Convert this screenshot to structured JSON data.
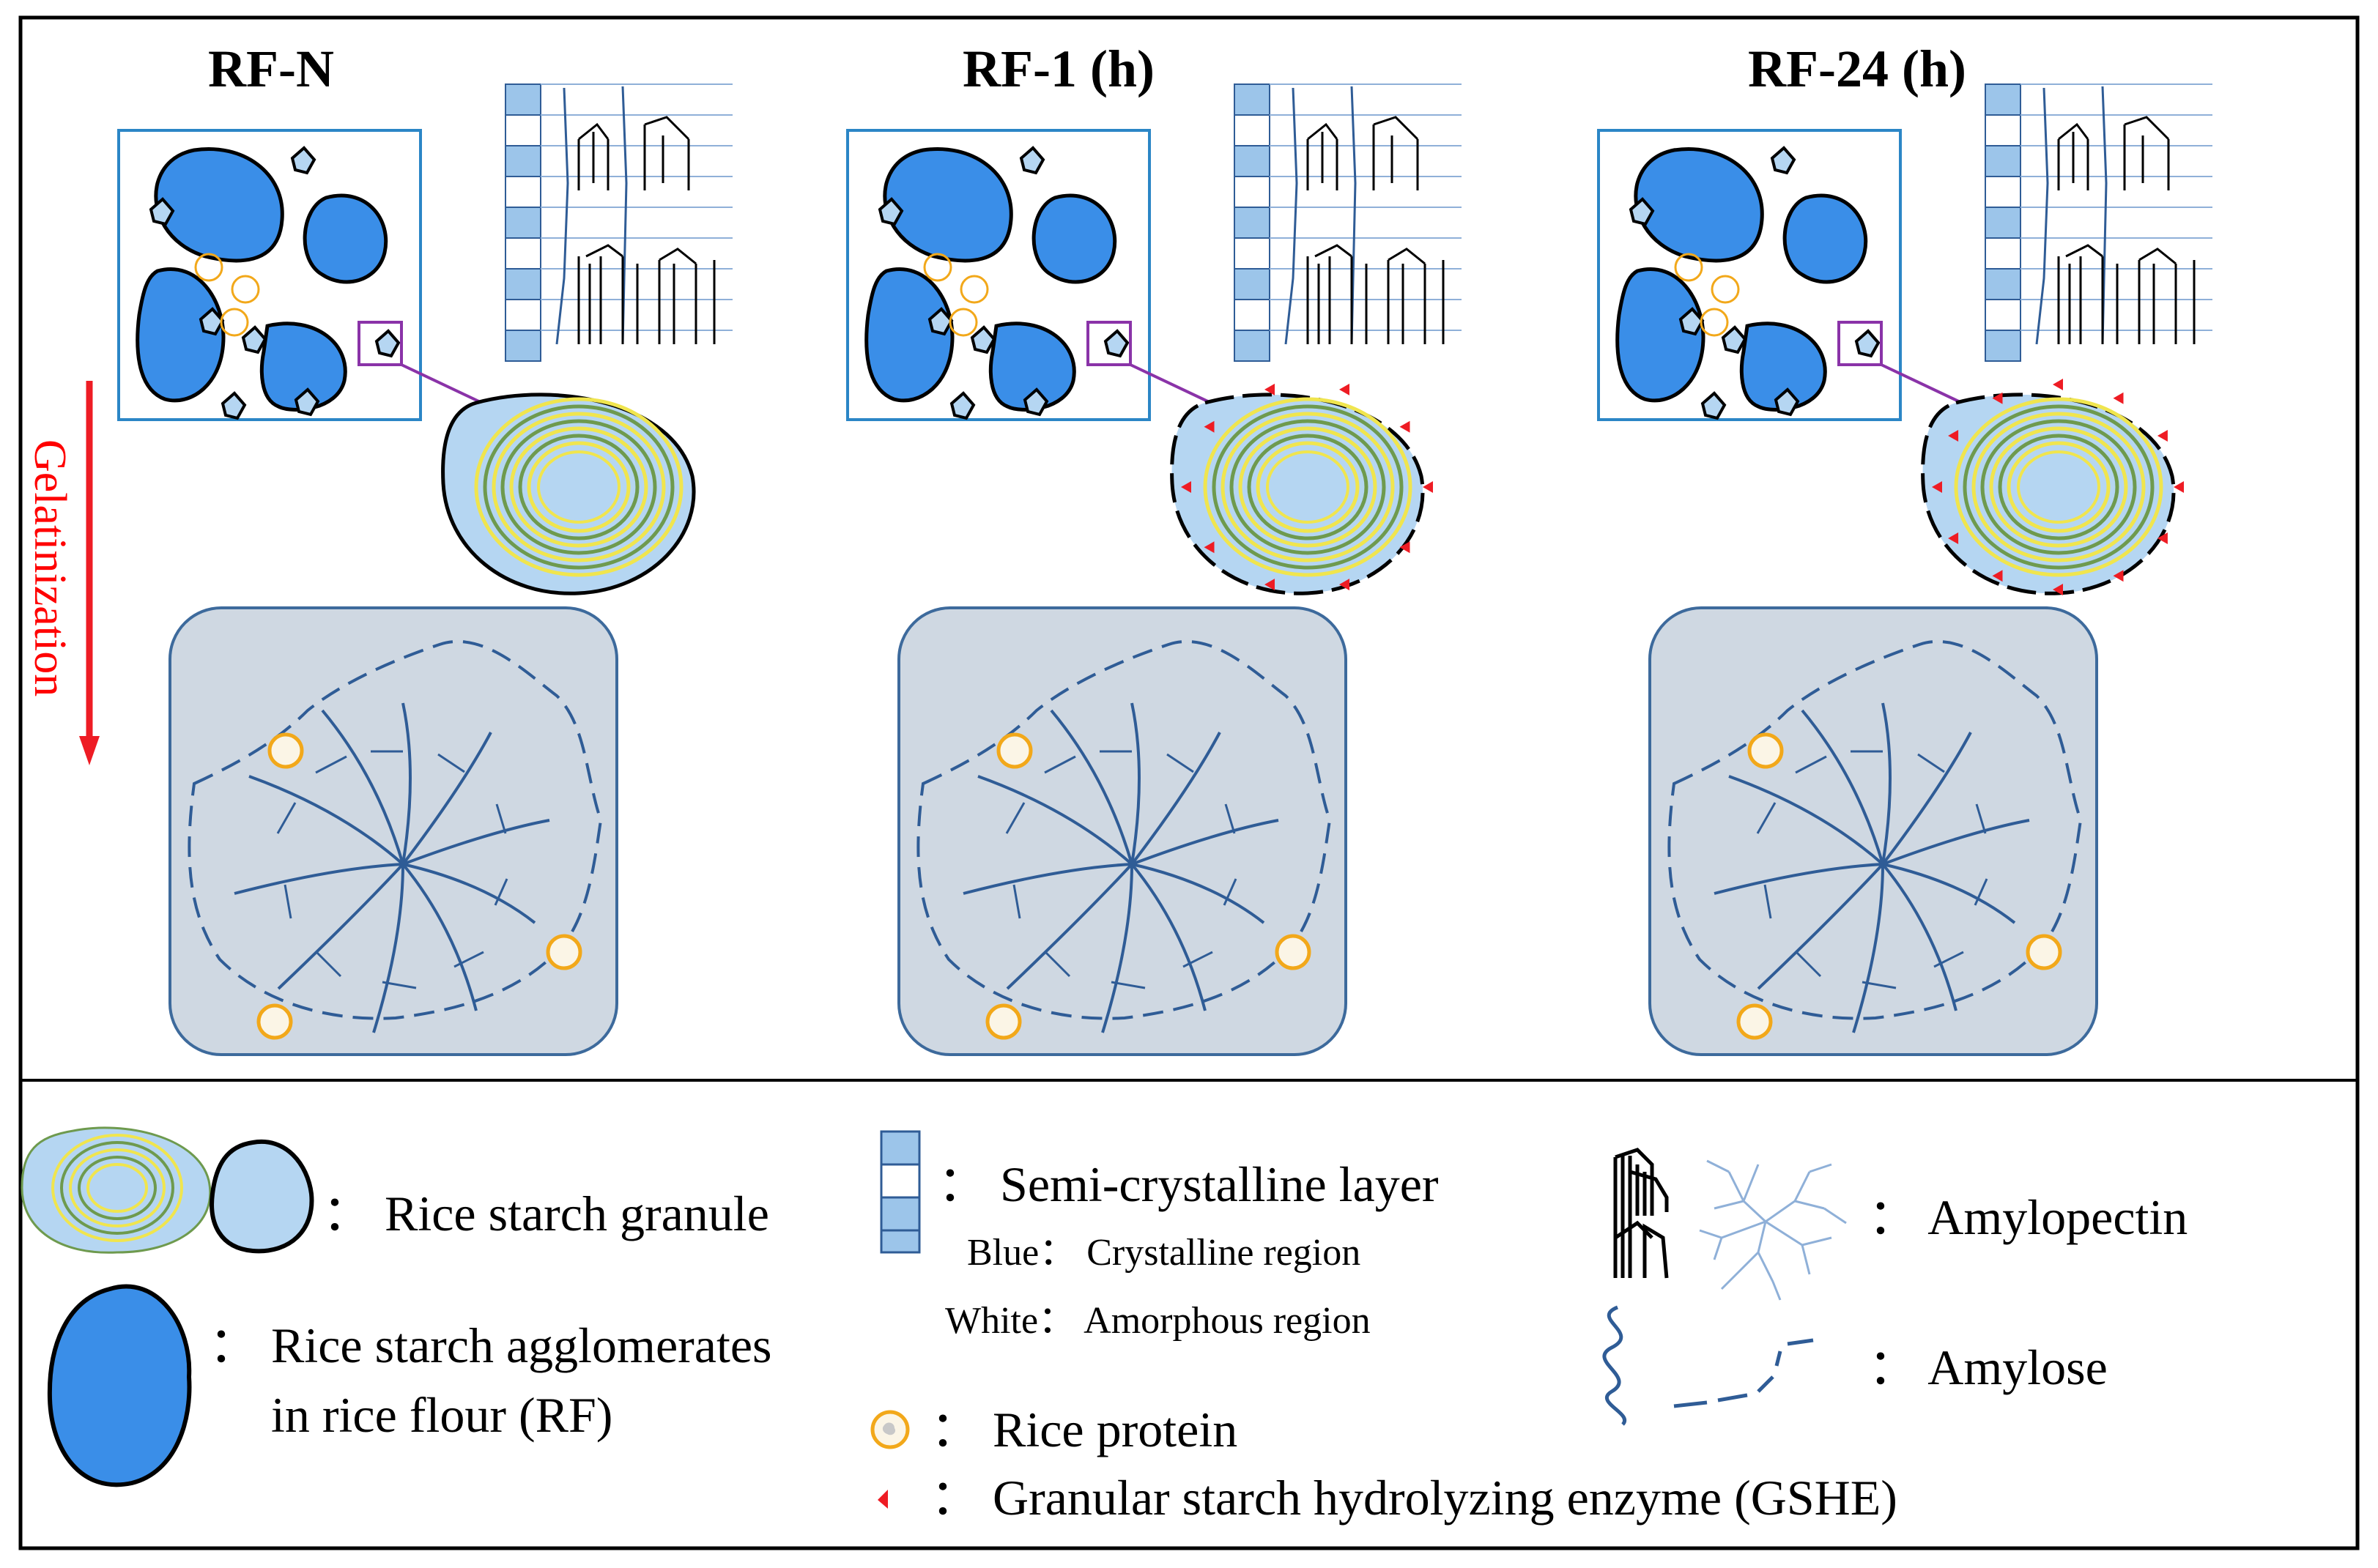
{
  "colors": {
    "agglomerate_blue": "#3a8ee8",
    "granule_light_blue": "#b5d6f2",
    "gel_bg": "#cfd8e2",
    "gel_border": "#3d6a9c",
    "amylose_blue": "#2f5c96",
    "ring_yellow": "#f0e54e",
    "granule_green": "#6e9a4e",
    "protein_orange": "#f2a81a",
    "enzyme_red": "#ee1c24",
    "zoom_purple": "#8a33a8",
    "inset_frame": "#2b86c6",
    "gelatinization_red": "#ff0000"
  },
  "panels": [
    {
      "id": "rf-n",
      "title": "RF-N",
      "enzyme_count": 0
    },
    {
      "id": "rf-1",
      "title": "RF-1 (h)",
      "enzyme_count": 10
    },
    {
      "id": "rf-24",
      "title": "RF-24 (h)",
      "enzyme_count": 12
    }
  ],
  "arrow_label": "Gelatinization",
  "legend": {
    "granule": "：  Rice starch granule",
    "agglomerate_line1": "：  Rice starch agglomerates",
    "agglomerate_line2": "in rice flour (RF)",
    "semicrystalline": "：  Semi-crystalline layer",
    "blue_region": "Blue： Crystalline region",
    "white_region": "White： Amorphous region",
    "protein": "：  Rice protein",
    "enzyme": "：  Granular starch hydrolyzing enzyme (GSHE)",
    "amylopectin": "：  Amylopectin",
    "amylose": "：   Amylose"
  },
  "icons": {
    "agglomerate": "starch-agglomerate-icon",
    "granule": "starch-granule-icon",
    "protein": "rice-protein-icon",
    "enzyme": "gshe-enzyme-icon",
    "amylopectin": "amylopectin-icon",
    "amylose": "amylose-icon",
    "semicrystalline": "semi-crystalline-layer-icon"
  }
}
